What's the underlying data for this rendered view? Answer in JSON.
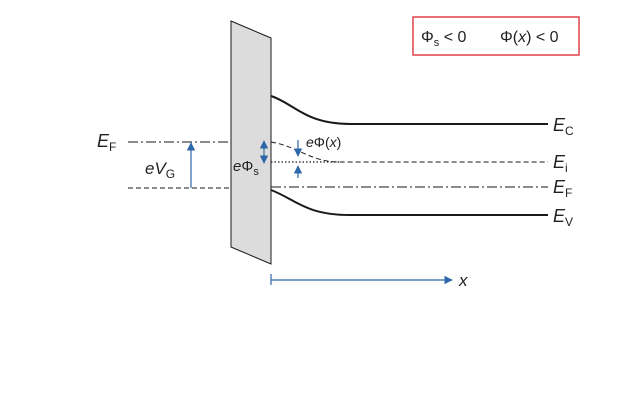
{
  "legend": {
    "condition_1": "Φs < 0",
    "condition_2": "Φ(x) < 0"
  },
  "labels": {
    "e_c": "EC",
    "e_i": "Ei",
    "e_f_right": "EF",
    "e_v": "EV",
    "e_f_left": "EF",
    "e_vg": "eVG",
    "e_phi_s": "eΦs",
    "e_phi_x": "eΦ(x)",
    "x_axis": "x"
  },
  "colors": {
    "legend_border": "#e0424a",
    "arrow_blue": "#2e67a8",
    "oxide_fill": "#dcdcdc",
    "line": "#1a1a1a"
  }
}
